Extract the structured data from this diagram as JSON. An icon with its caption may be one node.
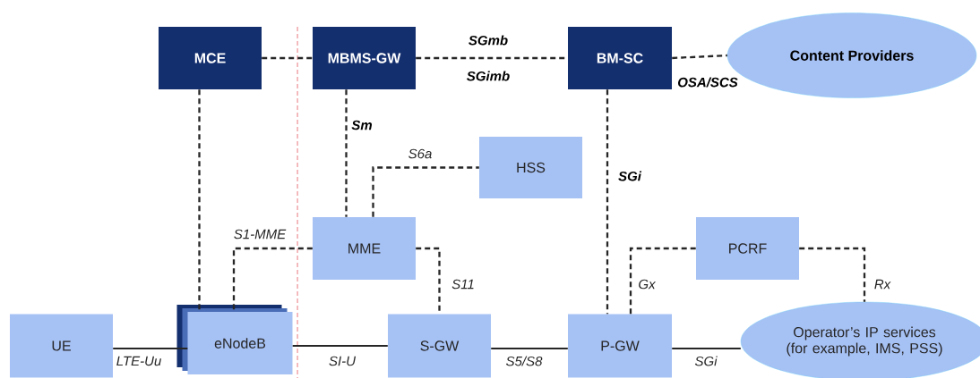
{
  "diagram": {
    "nodes": [
      {
        "text": [
          "MCE"
        ]
      },
      {
        "text": [
          "MBMS-GW"
        ]
      },
      {
        "text": [
          "BM-SC"
        ]
      },
      {
        "text": [
          "Content Providers"
        ]
      },
      {
        "text": [
          "HSS"
        ]
      },
      {
        "text": [
          "MME"
        ]
      },
      {
        "text": [
          "PCRF"
        ]
      },
      {
        "text": [
          "UE"
        ]
      },
      {
        "text": [
          "eNodeB"
        ]
      },
      {
        "text": [
          "S-GW"
        ]
      },
      {
        "text": [
          "P-GW"
        ]
      },
      {
        "text": [
          "Operator’s IP services (for example, IMS, PSS)"
        ]
      }
    ],
    "edges": [
      {
        "from": 0,
        "to": 1,
        "arrow": "none",
        "style": "dashed"
      },
      {
        "from": 1,
        "to": 2,
        "arrow": "none",
        "style": "dashed",
        "label": "SGmb"
      },
      {
        "from": 2,
        "to": 3,
        "arrow": "none",
        "style": "dashed",
        "label": "OSA/SCS"
      },
      {
        "from": 0,
        "to": 8,
        "arrow": "none",
        "style": "dashed"
      },
      {
        "from": 1,
        "to": 5,
        "arrow": "none",
        "style": "dashed",
        "label": "Sm"
      },
      {
        "from": 5,
        "to": 4,
        "arrow": "none",
        "style": "dashed",
        "label": "S6a"
      },
      {
        "from": 5,
        "to": 8,
        "arrow": "none",
        "style": "dashed",
        "label": "S1-MME"
      },
      {
        "from": 5,
        "to": 9,
        "arrow": "none",
        "style": "dashed",
        "label": "S11"
      },
      {
        "from": 2,
        "to": 10,
        "arrow": "none",
        "style": "dashed",
        "label": "SGi"
      },
      {
        "from": 10,
        "to": 6,
        "arrow": "none",
        "style": "dashed",
        "label": "Gx"
      },
      {
        "from": 6,
        "to": 11,
        "arrow": "none",
        "style": "dashed",
        "label": "Rx"
      },
      {
        "from": 7,
        "to": 8,
        "arrow": "none",
        "label": "LTE-Uu"
      },
      {
        "from": 8,
        "to": 9,
        "arrow": "none",
        "label": "SI-U"
      },
      {
        "from": 9,
        "to": 10,
        "arrow": "none",
        "label": "S5/S8"
      },
      {
        "from": 10,
        "to": 11,
        "arrow": "none",
        "label": "SGi"
      }
    ],
    "labels": [
      "SGimb"
    ]
  }
}
